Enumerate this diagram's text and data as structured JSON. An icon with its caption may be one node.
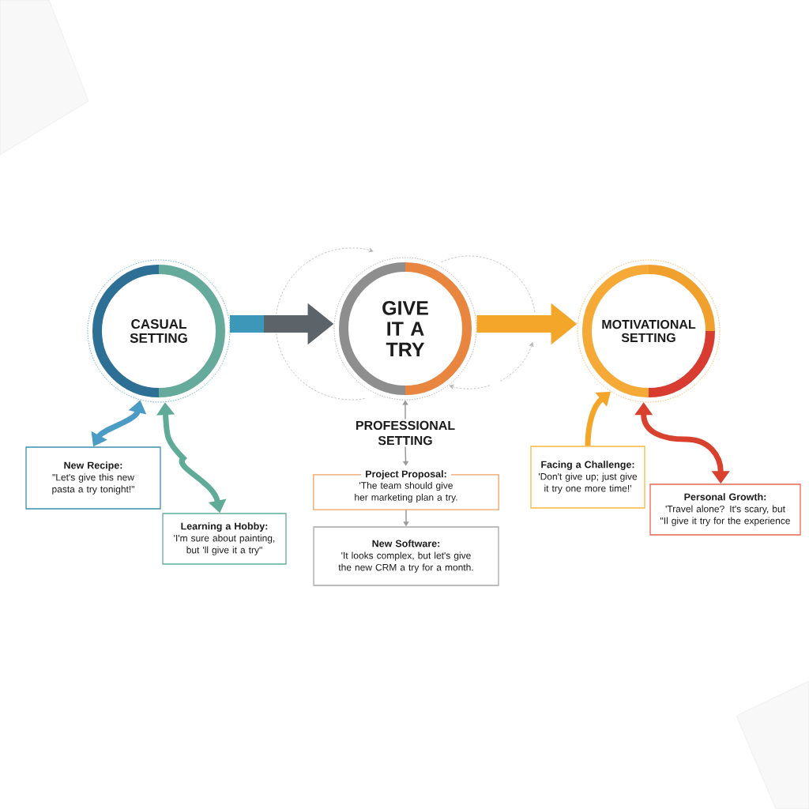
{
  "diagram": {
    "nodes": [
      {
        "text": [
          "CASUAL SETTING"
        ]
      },
      {
        "text": [
          "GIVE IT A TRY"
        ]
      },
      {
        "text": [
          "MOTIVATIONAL SETTING"
        ]
      },
      {
        "text": [
          "New Recipe:",
          "\"Let's give this new pasta a try tonight!\""
        ]
      },
      {
        "text": [
          "Learning a Hobby:",
          "'I'm sure about painting, but 'll give it a try\""
        ]
      },
      {
        "text": [
          "PROFESSIONAL SETTING"
        ]
      },
      {
        "text": [
          "Project Proposal:",
          "'The team should give her marketing plan a try."
        ]
      },
      {
        "text": [
          "New Software:",
          "'It looks complex, but let's give the new CRM a try for a month."
        ]
      },
      {
        "text": [
          "Facing a Challenge:",
          "'Don't give up; just give it try one more time!'"
        ]
      },
      {
        "text": [
          "Personal Growth:",
          "'Travel alone? It's scary, but \"Il give it try for the experience"
        ]
      }
    ],
    "edges": [
      {
        "from": 0,
        "to": 1,
        "arrow": "to",
        "style": "thick",
        "color": "#5d6469"
      },
      {
        "from": 1,
        "to": 2,
        "arrow": "to",
        "style": "thick",
        "color": "#f4a62a"
      },
      {
        "from": 3,
        "to": 0,
        "arrow": "both",
        "color": "#4a9cc4"
      },
      {
        "from": 0,
        "to": 4,
        "arrow": "both",
        "color": "#5fab97"
      },
      {
        "from": 5,
        "to": 1,
        "arrow": "to"
      },
      {
        "from": 5,
        "to": 6,
        "arrow": "to"
      },
      {
        "from": 6,
        "to": 7,
        "arrow": "to"
      },
      {
        "from": 8,
        "to": 2,
        "arrow": "to",
        "color": "#f4a62a"
      },
      {
        "from": 2,
        "to": 9,
        "arrow": "both",
        "color": "#d9412f"
      }
    ]
  }
}
